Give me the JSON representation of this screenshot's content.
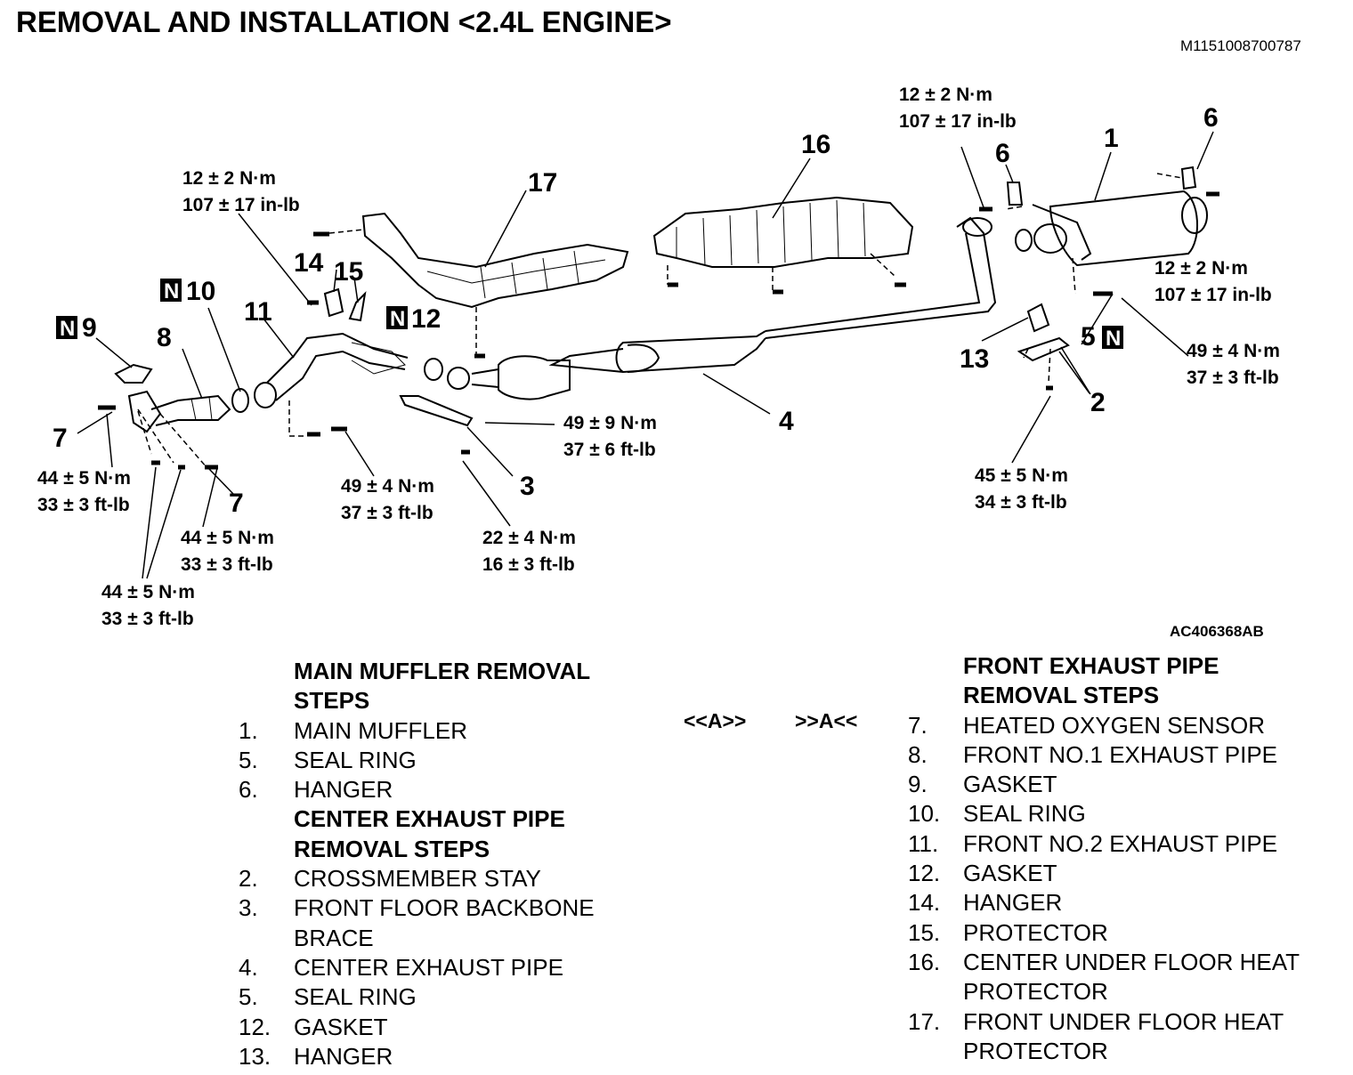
{
  "title": "REMOVAL AND INSTALLATION <2.4L ENGINE>",
  "doc_id": "M1151008700787",
  "figure_id": "AC406368AB",
  "callouts": {
    "c1": "1",
    "c2": "2",
    "c3": "3",
    "c4": "4",
    "c5": "5",
    "c6a": "6",
    "c6b": "6",
    "c7a": "7",
    "c7b": "7",
    "c8": "8",
    "c9": "9",
    "c10": "10",
    "c11": "11",
    "c12": "12",
    "c13": "13",
    "c14": "14",
    "c15": "15",
    "c16": "16",
    "c17": "17",
    "n_badge": "N"
  },
  "torques": {
    "t17": [
      "12 ± 2 N·m",
      "107 ± 17 in-lb"
    ],
    "t6top": [
      "12 ± 2 N·m",
      "107 ± 17 in-lb"
    ],
    "t1right": [
      "12 ± 2 N·m",
      "107 ± 17 in-lb"
    ],
    "t5": [
      "49 ± 4 N·m",
      "37 ± 3 ft-lb"
    ],
    "t4": [
      "49 ± 9 N·m",
      "37 ± 6 ft-lb"
    ],
    "t2": [
      "45 ± 5 N·m",
      "34 ± 3 ft-lb"
    ],
    "t11": [
      "49 ± 4 N·m",
      "37 ± 3 ft-lb"
    ],
    "t3": [
      "22 ± 4 N·m",
      "16 ± 3 ft-lb"
    ],
    "t7left": [
      "44 ± 5 N·m",
      "33 ± 3 ft-lb"
    ],
    "t7mid": [
      "44 ± 5 N·m",
      "33 ± 3 ft-lb"
    ],
    "t7low": [
      "44 ± 5 N·m",
      "33 ± 3 ft-lb"
    ]
  },
  "left_steps": [
    {
      "type": "head",
      "text": "MAIN MUFFLER REMOVAL"
    },
    {
      "type": "head",
      "text": "STEPS"
    },
    {
      "type": "item",
      "num": "1.",
      "text": "MAIN MUFFLER"
    },
    {
      "type": "item",
      "num": "5.",
      "text": "SEAL RING"
    },
    {
      "type": "item",
      "num": "6.",
      "text": "HANGER"
    },
    {
      "type": "head",
      "text": "CENTER EXHAUST PIPE"
    },
    {
      "type": "head",
      "text": "REMOVAL STEPS"
    },
    {
      "type": "item",
      "num": "2.",
      "text": "CROSSMEMBER STAY"
    },
    {
      "type": "item",
      "num": "3.",
      "text": "FRONT FLOOR BACKBONE"
    },
    {
      "type": "item",
      "num": "",
      "text": "BRACE"
    },
    {
      "type": "item",
      "num": "4.",
      "text": "CENTER EXHAUST PIPE"
    },
    {
      "type": "item",
      "num": "5.",
      "text": "SEAL RING"
    },
    {
      "type": "item",
      "num": "12.",
      "text": "GASKET"
    },
    {
      "type": "item",
      "num": "13.",
      "text": "HANGER"
    }
  ],
  "notes": {
    "removal": "<<A>>",
    "installation": ">>A<<"
  },
  "right_steps": [
    {
      "type": "head",
      "text": "FRONT EXHAUST PIPE"
    },
    {
      "type": "head",
      "text": "REMOVAL STEPS"
    },
    {
      "type": "item",
      "num": "7.",
      "text": "HEATED OXYGEN SENSOR"
    },
    {
      "type": "item",
      "num": "8.",
      "text": "FRONT NO.1 EXHAUST PIPE"
    },
    {
      "type": "item",
      "num": "9.",
      "text": "GASKET"
    },
    {
      "type": "item",
      "num": "10.",
      "text": "SEAL RING"
    },
    {
      "type": "item",
      "num": "11.",
      "text": "FRONT NO.2 EXHAUST PIPE"
    },
    {
      "type": "item",
      "num": "12.",
      "text": "GASKET"
    },
    {
      "type": "item",
      "num": "14.",
      "text": "HANGER"
    },
    {
      "type": "item",
      "num": "15.",
      "text": "PROTECTOR"
    },
    {
      "type": "item",
      "num": "16.",
      "text": "CENTER UNDER FLOOR HEAT"
    },
    {
      "type": "item",
      "num": "",
      "text": "PROTECTOR"
    },
    {
      "type": "item",
      "num": "17.",
      "text": "FRONT UNDER FLOOR HEAT"
    },
    {
      "type": "item",
      "num": "",
      "text": "PROTECTOR"
    }
  ]
}
